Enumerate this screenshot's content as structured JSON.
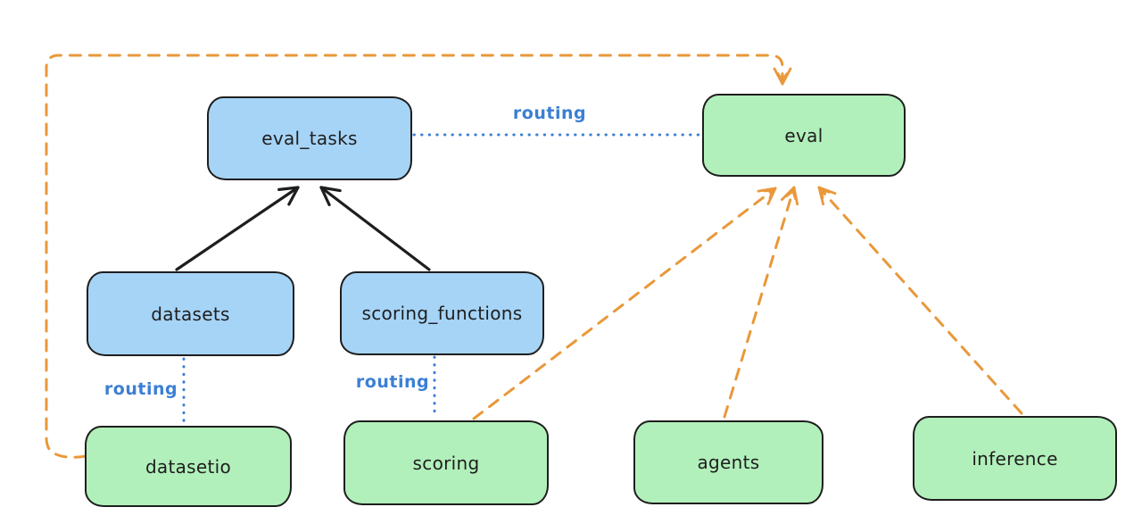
{
  "diagram": {
    "nodes": [
      {
        "id": "eval_tasks",
        "label": "eval_tasks",
        "kind": "registry-blue"
      },
      {
        "id": "eval",
        "label": "eval",
        "kind": "api-green"
      },
      {
        "id": "datasets",
        "label": "datasets",
        "kind": "registry-blue"
      },
      {
        "id": "scoring_functions",
        "label": "scoring_functions",
        "kind": "registry-blue"
      },
      {
        "id": "datasetio",
        "label": "datasetio",
        "kind": "api-green"
      },
      {
        "id": "scoring",
        "label": "scoring",
        "kind": "api-green"
      },
      {
        "id": "agents",
        "label": "agents",
        "kind": "api-green"
      },
      {
        "id": "inference",
        "label": "inference",
        "kind": "api-green"
      }
    ],
    "edges": [
      {
        "from": "eval_tasks",
        "to": "eval",
        "style": "dotted",
        "color": "blue",
        "label": "routing"
      },
      {
        "from": "datasets",
        "to": "eval_tasks",
        "style": "solid",
        "color": "black",
        "arrow": true
      },
      {
        "from": "scoring_functions",
        "to": "eval_tasks",
        "style": "solid",
        "color": "black",
        "arrow": true
      },
      {
        "from": "datasets",
        "to": "datasetio",
        "style": "dotted",
        "color": "blue",
        "label": "routing"
      },
      {
        "from": "scoring_functions",
        "to": "scoring",
        "style": "dotted",
        "color": "blue",
        "label": "routing"
      },
      {
        "from": "datasetio",
        "to": "eval",
        "style": "dashed",
        "color": "orange",
        "arrow": true
      },
      {
        "from": "scoring",
        "to": "eval",
        "style": "dashed",
        "color": "orange",
        "arrow": true
      },
      {
        "from": "agents",
        "to": "eval",
        "style": "dashed",
        "color": "orange",
        "arrow": true
      },
      {
        "from": "inference",
        "to": "eval",
        "style": "dashed",
        "color": "orange",
        "arrow": true
      }
    ],
    "colors": {
      "node_blue_fill": "#a6d4f7",
      "node_green_fill": "#b2f0bb",
      "node_border": "#1e1e1e",
      "arrow_black": "#1e1e1e",
      "arrow_orange": "#e9983a",
      "routing_blue": "#3b7fd4",
      "background": "#ffffff"
    }
  }
}
